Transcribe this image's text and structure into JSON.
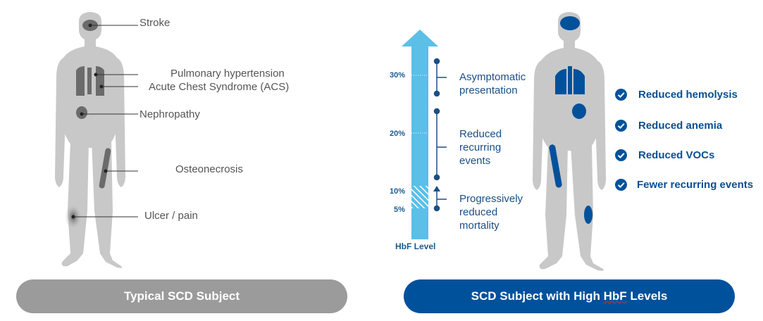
{
  "left_figure": {
    "labels": {
      "stroke": "Stroke",
      "pulmonary_hypertension": "Pulmonary hypertension",
      "acs": "Acute Chest Syndrome (ACS)",
      "nephropathy": "Nephropathy",
      "osteonecrosis": "Osteonecrosis",
      "ulcer_pain": "Ulcer / pain"
    },
    "caption": "Typical SCD Subject"
  },
  "hbf_scale": {
    "axis_label": "HbF Level",
    "ticks": [
      "30%",
      "20%",
      "10%",
      "5%"
    ],
    "effects": [
      {
        "line1": "Asymptomatic",
        "line2": "presentation"
      },
      {
        "line1": "Reduced",
        "line2": "recurring",
        "line3": "events"
      },
      {
        "line1": "Progressively",
        "line2": "reduced",
        "line3": "mortality"
      }
    ]
  },
  "right_figure": {
    "benefits": [
      "Reduced hemolysis",
      "Reduced anemia",
      "Reduced VOCs",
      "Fewer recurring events"
    ],
    "caption_prefix": "SCD Subject with High ",
    "caption_hbf": "HbF",
    "caption_suffix": " Levels"
  },
  "colors": {
    "figure_gray": "#c8c8c8",
    "organ_gray": "#6b6b6b",
    "arrow_blue": "#5bbfe8",
    "brand_blue": "#00519b"
  }
}
